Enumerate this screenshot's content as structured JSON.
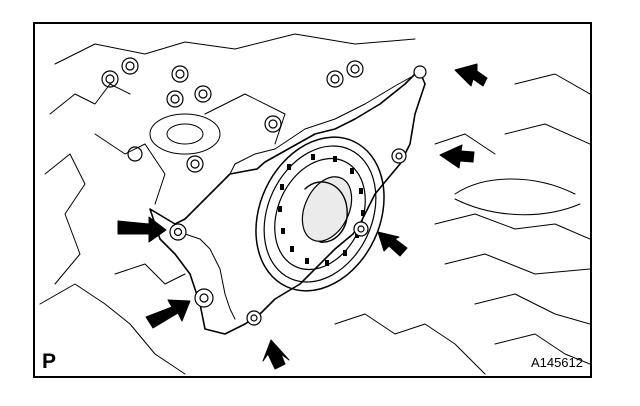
{
  "figure": {
    "corner_label": "P",
    "figure_id": "A145612"
  },
  "colors": {
    "line": "#000000",
    "background": "#ffffff"
  },
  "callouts": {
    "count": 6,
    "icon": "arrow-icon"
  }
}
